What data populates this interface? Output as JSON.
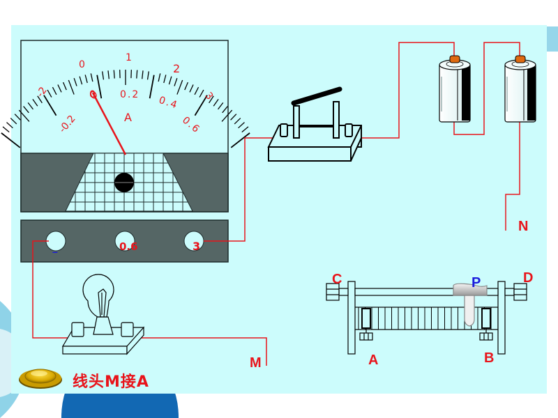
{
  "colors": {
    "wire": "#e8141b",
    "panel_bg": "#ccfcfc",
    "meter_dark": "#556665",
    "label_red": "#e8141b",
    "label_blue": "#1a1adc"
  },
  "ammeter": {
    "unit": "A",
    "upper_scale": [
      "-2",
      "0",
      "1",
      "2",
      "3"
    ],
    "lower_scale": [
      "-0.2",
      "0",
      "0.2",
      "0.4",
      "0.6"
    ],
    "terminals": [
      "–",
      "0.6",
      "3"
    ]
  },
  "terminals": {
    "m": "M",
    "n": "N"
  },
  "rheostat": {
    "c": "C",
    "d": "D",
    "p": "P",
    "a": "A",
    "b": "B"
  },
  "caption": "线头M接A",
  "icons": {
    "play": "gold-play-button-icon",
    "switch": "knife-switch-icon",
    "battery": "battery-cell-icon",
    "bulb": "light-bulb-icon",
    "rheostat": "sliding-rheostat-icon"
  }
}
